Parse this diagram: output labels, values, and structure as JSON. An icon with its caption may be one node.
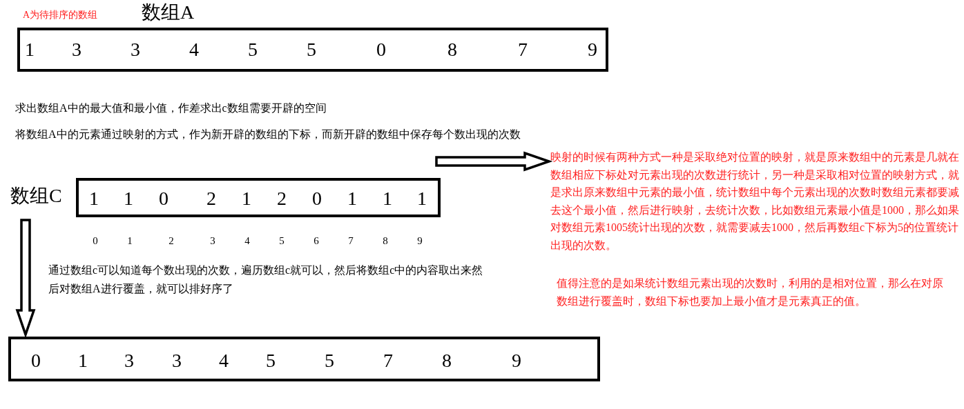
{
  "diagram": {
    "nodes": [
      {
        "text": [
          "数组A",
          "1",
          "3",
          "3",
          "4",
          "5",
          "5",
          "0",
          "8",
          "7",
          "9"
        ]
      },
      {
        "text": [
          "数组C",
          "1",
          "1",
          "0",
          "2",
          "1",
          "2",
          "0",
          "1",
          "1",
          "1"
        ],
        "beside": [
          "0",
          "1",
          "2",
          "3",
          "4",
          "5",
          "6",
          "7",
          "8",
          "9"
        ]
      },
      {
        "text": [
          "0",
          "1",
          "3",
          "3",
          "4",
          "5",
          "5",
          "7",
          "8",
          "9"
        ]
      },
      {
        "text": [
          "映射的时候有两种方式一种是采取绝对位置的映射，就是原来数组中的元素是几就在数组相应下标处对元素出现的次数进行统计，另一种是采取相对位置的映射方式，就是求出原来数组中元素的最小值，统计数组中每个元素出现的次数时数组元素都要减去这个最小值，然后进行映射，去统计次数，比如数组元素最小值是1000，那么如果对数组元素1005统计出现的次数，就需要减去1000，然后再数组c下标为5的位置统计出现的次数。"
        ]
      }
    ],
    "edges": [
      {
        "from": null,
        "to": 3,
        "arrow": "to"
      },
      {
        "from": 1,
        "to": 2,
        "arrow": "to"
      }
    ],
    "labels": [
      "A为待排序的数组",
      "求出数组A中的最大值和最小值，作差求出c数组需要开辟的空间",
      "将数组A中的元素通过映射的方式，作为新开辟的数组的下标，而新开辟的数组中保存每个数出现的次数",
      "通过数组c可以知道每个数出现的次数，遍历数组c就可以，然后将数组c中的内容取出来然后对数组A进行覆盖，就可以排好序了",
      "值得注意的是如果统计数组元素出现的次数时，利用的是相对位置，那么在对原数组进行覆盖时，数组下标也要加上最小值才是元素真正的值。"
    ]
  }
}
